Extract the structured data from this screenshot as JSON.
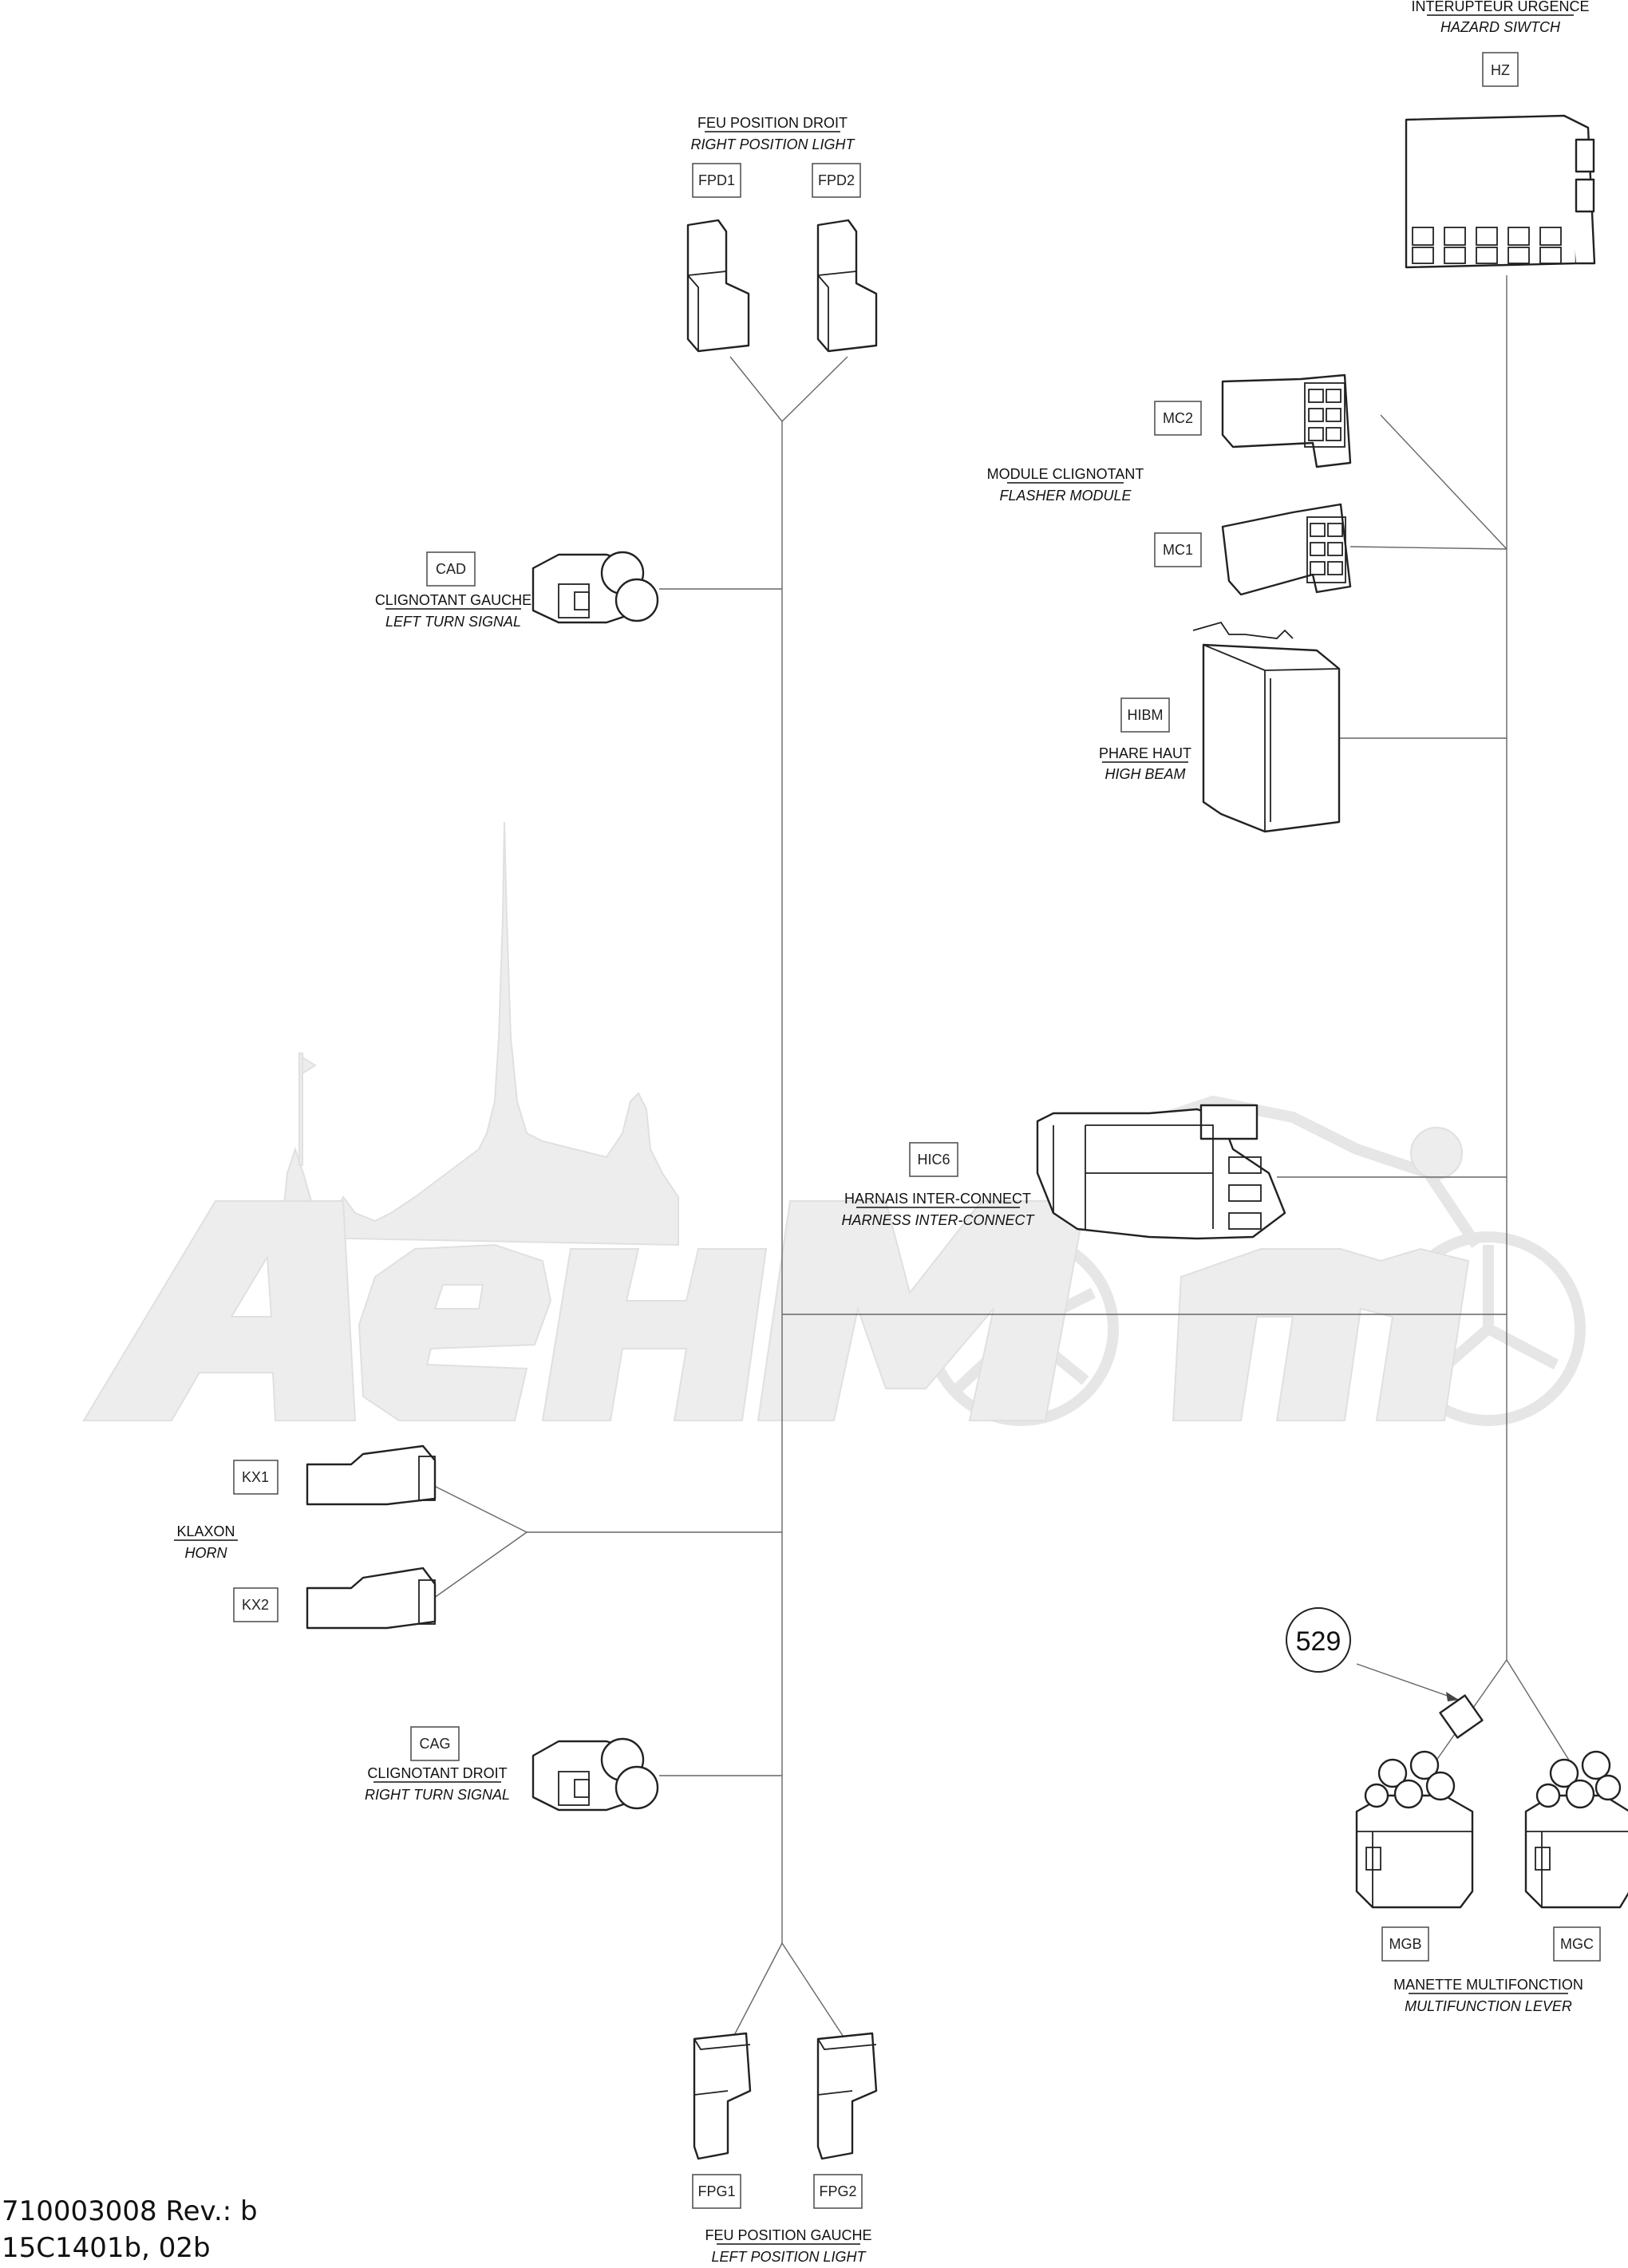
{
  "connectors": {
    "hz": {
      "code": "HZ",
      "fr": "INTERUPTEUR URGENCE",
      "en": "HAZARD SIWTCH"
    },
    "fpd": {
      "code1": "FPD1",
      "code2": "FPD2",
      "fr": "FEU POSITION DROIT",
      "en": "RIGHT POSITION LIGHT"
    },
    "mc": {
      "code1": "MC2",
      "code2": "MC1",
      "fr": "MODULE CLIGNOTANT",
      "en": "FLASHER MODULE"
    },
    "cad": {
      "code": "CAD",
      "fr": "CLIGNOTANT GAUCHE",
      "en": "LEFT TURN SIGNAL"
    },
    "hibm": {
      "code": "HIBM",
      "fr": "PHARE HAUT",
      "en": "HIGH BEAM"
    },
    "hic6": {
      "code": "HIC6",
      "fr": "HARNAIS INTER-CONNECT",
      "en": "HARNESS INTER-CONNECT"
    },
    "kx": {
      "code1": "KX1",
      "code2": "KX2",
      "fr": "KLAXON",
      "en": "HORN"
    },
    "cag": {
      "code": "CAG",
      "fr": "CLIGNOTANT DROIT",
      "en": "RIGHT TURN SIGNAL"
    },
    "mg": {
      "code1": "MGB",
      "code2": "MGC",
      "fr": "MANETTE MULTIFONCTION",
      "en": "MULTIFUNCTION LEVER"
    },
    "fpg": {
      "code1": "FPG1",
      "code2": "FPG2",
      "fr": "FEU POSITION GAUCHE",
      "en": "LEFT POSITION LIGHT"
    }
  },
  "callout": "529",
  "footer": {
    "line1": "710003008 Rev.: b",
    "line2": "15C1401b, 02b"
  }
}
